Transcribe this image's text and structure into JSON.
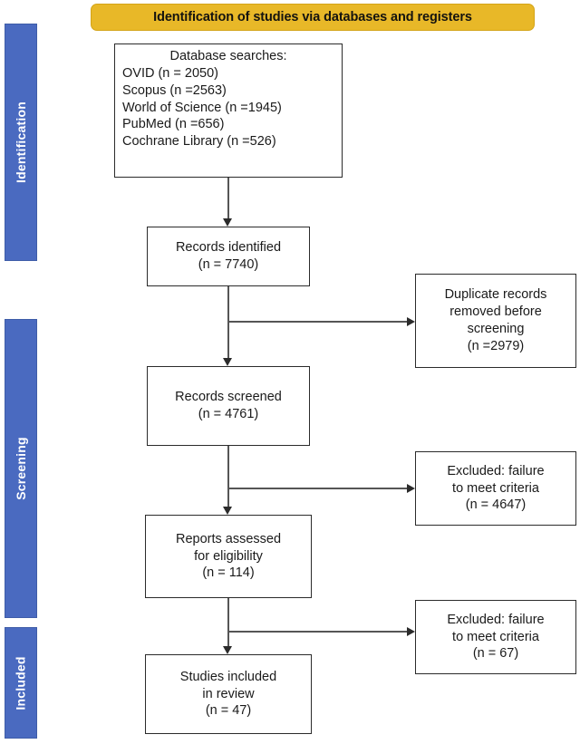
{
  "banner": {
    "title": "Identification of studies via databases and registers",
    "bg_color": "#e8b828"
  },
  "stages": {
    "bar_color": "#4a6ac0",
    "items": [
      {
        "id": "identification",
        "label": "Identification"
      },
      {
        "id": "screening",
        "label": "Screening"
      },
      {
        "id": "included",
        "label": "Included"
      }
    ]
  },
  "boxes": {
    "database": {
      "title": "Database searches:",
      "items": [
        "OVID (n = 2050)",
        "Scopus (n =2563)",
        "World of Science (n =1945)",
        "PubMed (n =656)",
        "Cochrane  Library (n =526)"
      ]
    },
    "records_identified": {
      "line1": "Records identified",
      "line2": "(n = 7740)"
    },
    "duplicates_removed": {
      "line1": "Duplicate records",
      "line2": "removed before",
      "line3": "screening",
      "line4": "(n =2979)"
    },
    "records_screened": {
      "line1": "Records screened",
      "line2": "(n = 4761)"
    },
    "excluded_screening": {
      "line1": "Excluded: failure",
      "line2": "to meet criteria",
      "line3": "(n = 4647)"
    },
    "reports_assessed": {
      "line1": "Reports assessed",
      "line2": "for eligibility",
      "line3": "(n = 114)"
    },
    "excluded_eligibility": {
      "line1": "Excluded: failure",
      "line2": "to meet criteria",
      "line3": "(n = 67)"
    },
    "studies_included": {
      "line1": "Studies included",
      "line2": "in review",
      "line3": "(n = 47)"
    }
  },
  "chart_data": {
    "type": "diagram",
    "title": "Identification of studies via databases and registers",
    "nodes": [
      {
        "id": "database",
        "stage": "Identification",
        "label": "Database searches",
        "sources": [
          {
            "name": "OVID",
            "n": 2050
          },
          {
            "name": "Scopus",
            "n": 2563
          },
          {
            "name": "World of Science",
            "n": 1945
          },
          {
            "name": "PubMed",
            "n": 656
          },
          {
            "name": "Cochrane Library",
            "n": 526
          }
        ]
      },
      {
        "id": "records_identified",
        "stage": "Identification",
        "label": "Records identified",
        "n": 7740
      },
      {
        "id": "duplicates_removed",
        "stage": "Identification",
        "label": "Duplicate records removed before screening",
        "n": 2979
      },
      {
        "id": "records_screened",
        "stage": "Screening",
        "label": "Records screened",
        "n": 4761
      },
      {
        "id": "excluded_screening",
        "stage": "Screening",
        "label": "Excluded: failure to meet criteria",
        "n": 4647
      },
      {
        "id": "reports_assessed",
        "stage": "Screening",
        "label": "Reports assessed for eligibility",
        "n": 114
      },
      {
        "id": "excluded_eligibility",
        "stage": "Screening",
        "label": "Excluded: failure to meet criteria",
        "n": 67
      },
      {
        "id": "studies_included",
        "stage": "Included",
        "label": "Studies included in review",
        "n": 47
      }
    ],
    "edges": [
      {
        "from": "database",
        "to": "records_identified"
      },
      {
        "from": "records_identified",
        "to": "duplicates_removed"
      },
      {
        "from": "records_identified",
        "to": "records_screened"
      },
      {
        "from": "records_screened",
        "to": "excluded_screening"
      },
      {
        "from": "records_screened",
        "to": "reports_assessed"
      },
      {
        "from": "reports_assessed",
        "to": "excluded_eligibility"
      },
      {
        "from": "reports_assessed",
        "to": "studies_included"
      }
    ]
  }
}
